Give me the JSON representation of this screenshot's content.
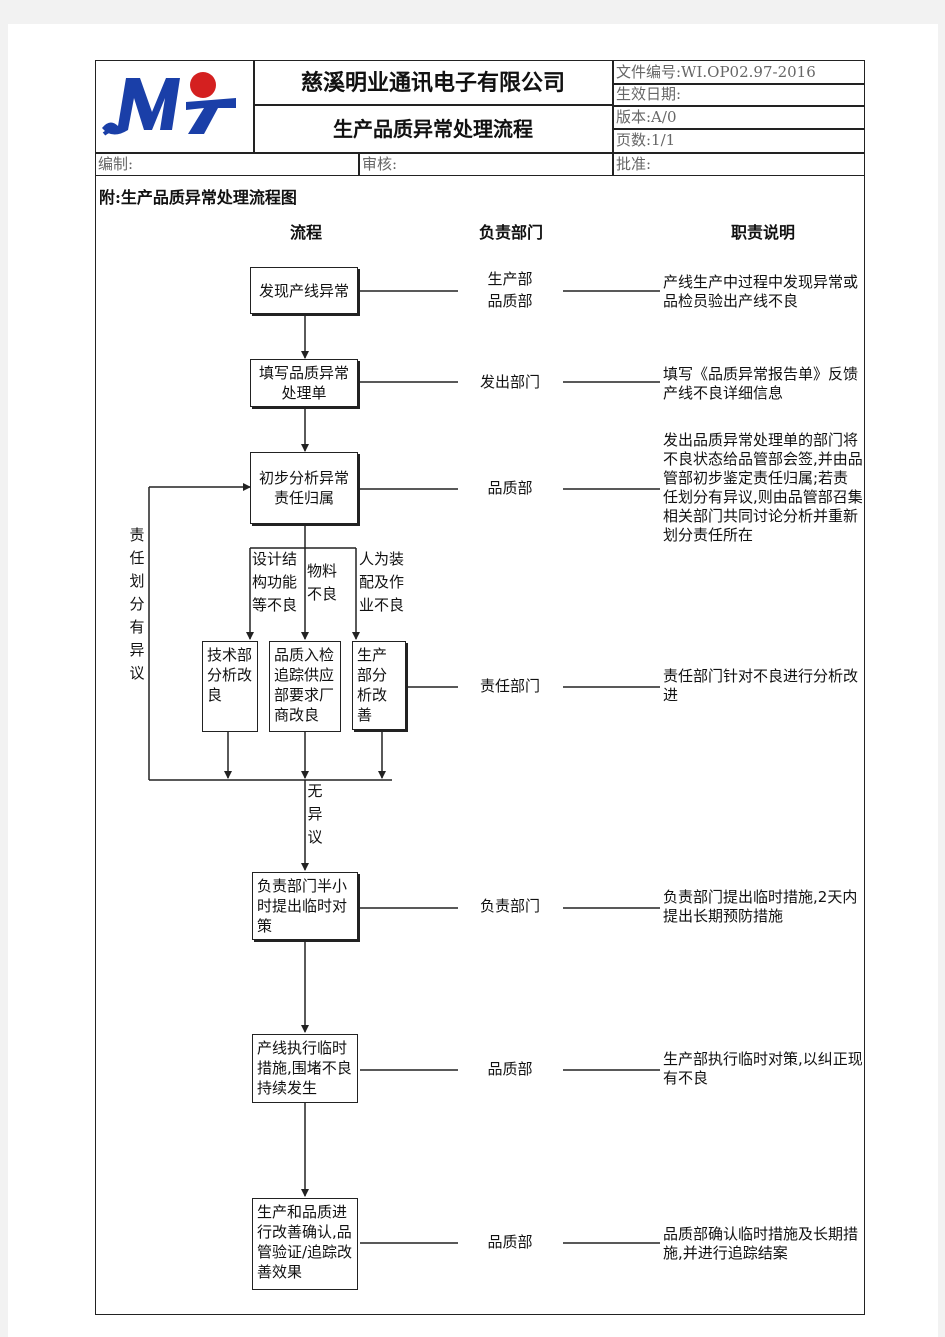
{
  "header": {
    "company_name": "慈溪明业通讯电子有限公司",
    "doc_title": "生产品质异常处理流程",
    "doc_no": "文件编号:WI.OP02.97-2016",
    "effective_date": "生效日期:",
    "version": "版本:A/0",
    "pages": "页数:1/1",
    "prepared_by": "编制:",
    "reviewed_by": "审核:",
    "approved_by": "批准:"
  },
  "section_title": "附:生产品质异常处理流程图",
  "columns": {
    "flow": "流程",
    "dept": "负责部门",
    "duty": "职责说明"
  },
  "steps": [
    {
      "box": "发现产线异常",
      "dept": "生产部\n品质部",
      "desc": "产线生产中过程中发现异常或品检员验出产线不良"
    },
    {
      "box": "填写品质异常处理单",
      "dept": "发出部门",
      "desc": "填写《品质异常报告单》反馈产线不良详细信息"
    },
    {
      "box": "初步分析异常责任归属",
      "dept": "品质部",
      "desc": "发出品质异常处理单的部门将不良状态给品管部会签,并由品管部初步鉴定责任归属;若责任划分有异议,则由品管部召集相关部门共同讨论分析并重新划分责任所在"
    },
    {
      "dept": "责任部门",
      "desc": "责任部门针对不良进行分析改进"
    },
    {
      "box": "负责部门半小时提出临时对策",
      "dept": "负责部门",
      "desc": "负责部门提出临时措施,2天内提出长期预防措施"
    },
    {
      "box": "产线执行临时措施,围堵不良持续发生",
      "dept": "品质部",
      "desc": "生产部执行临时对策,以纠正现有不良"
    },
    {
      "box": "生产和品质进行改善确认,品管验证/追踪改善效果",
      "dept": "品质部",
      "desc": "品质部确认临时措施及长期措施,并进行追踪结案"
    }
  ],
  "branches": {
    "labels": [
      "设计结构功能等不良",
      "物料不良",
      "人为装配及作业不良"
    ],
    "boxes": [
      "技术部分析改良",
      "品质入检追踪供应部要求厂商改良",
      "生产部分析改善"
    ]
  },
  "feedback_label": "责任划分有异议",
  "no_objection_label": "无异议"
}
